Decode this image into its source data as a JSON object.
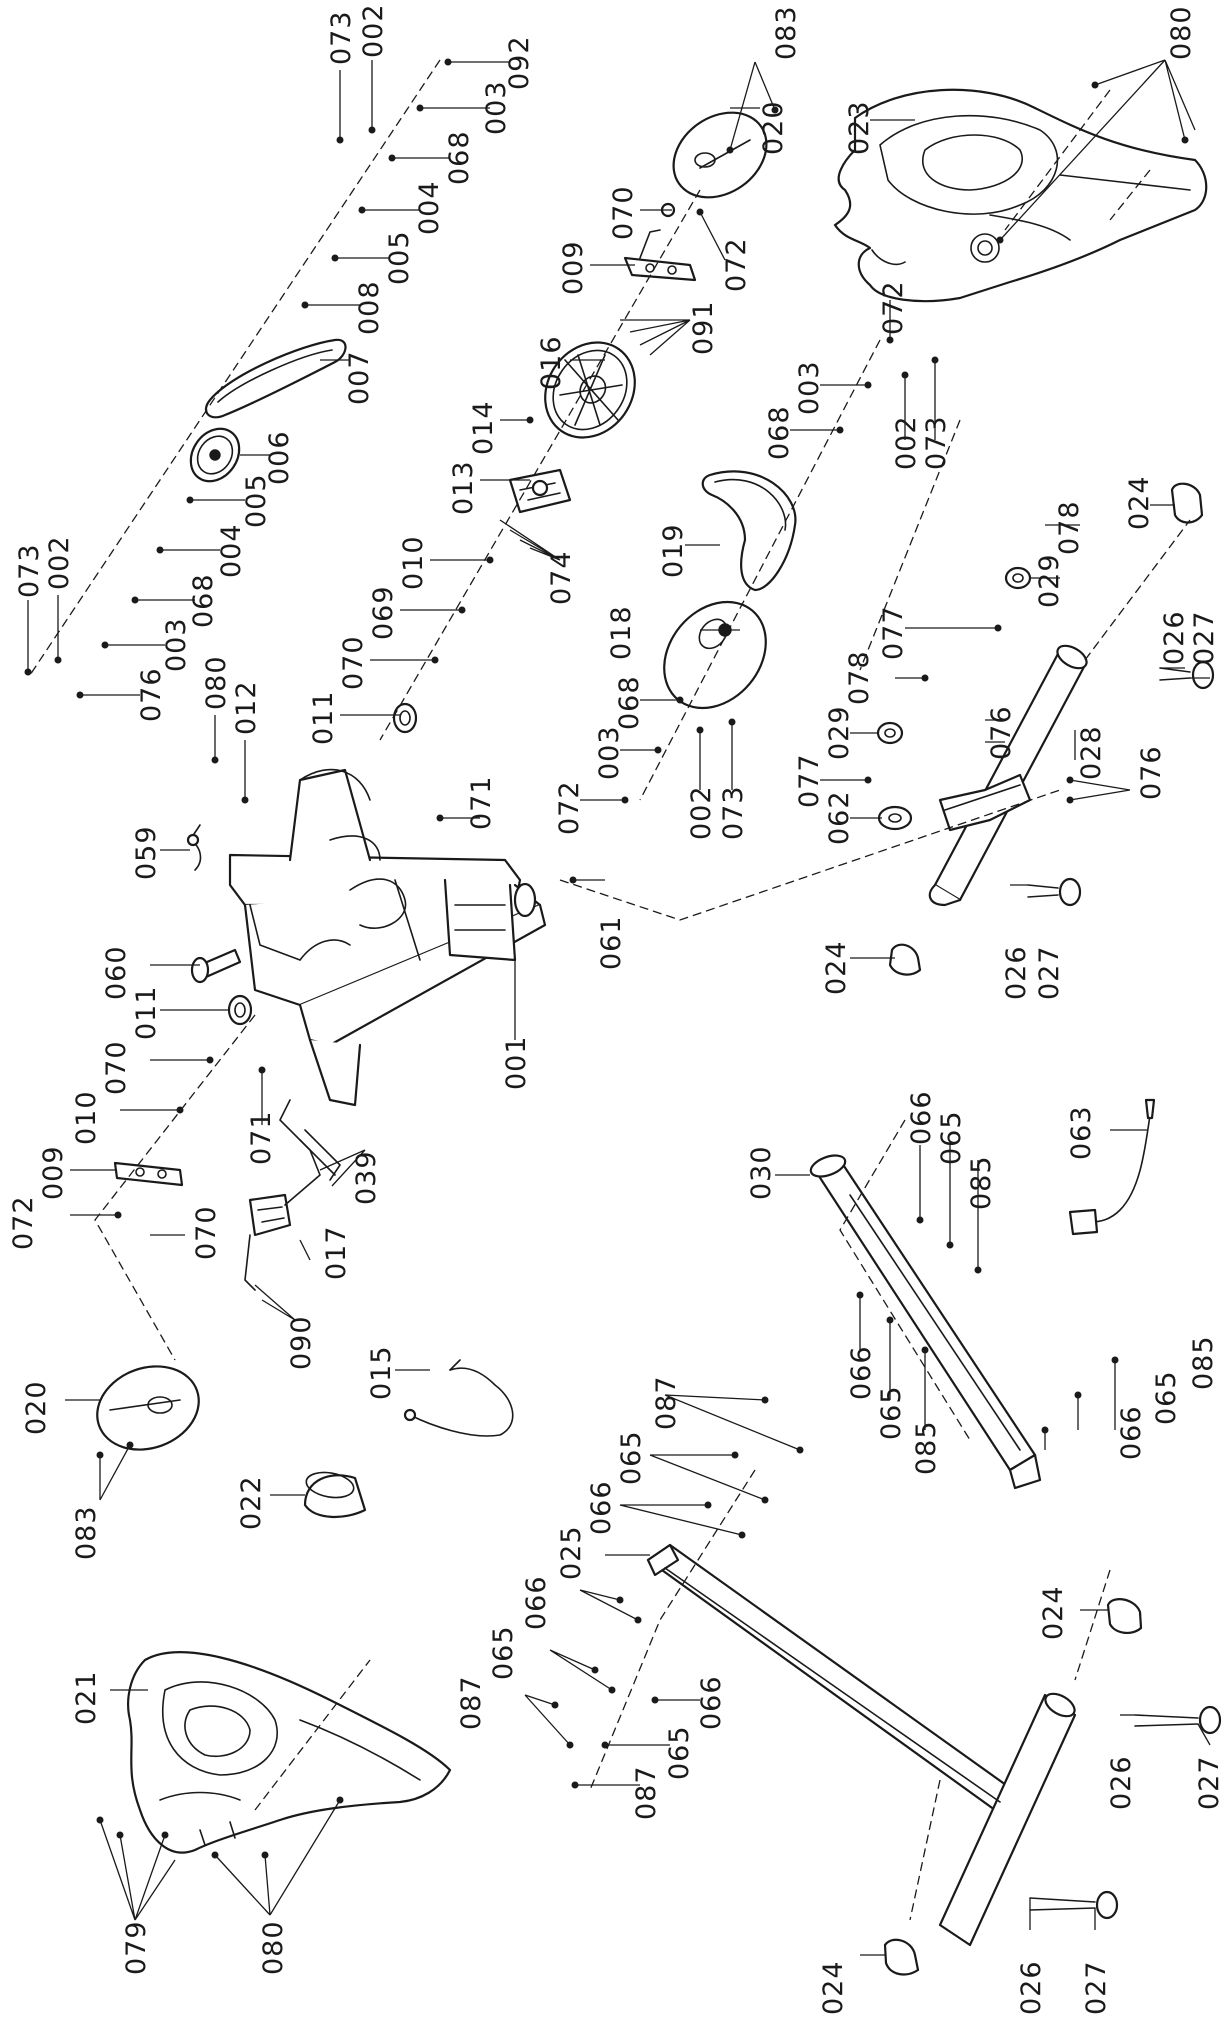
{
  "callouts": [
    {
      "id": "c073a",
      "text": "073"
    },
    {
      "id": "c002a",
      "text": "002"
    },
    {
      "id": "c092",
      "text": "092"
    },
    {
      "id": "c003a",
      "text": "003"
    },
    {
      "id": "c068a",
      "text": "068"
    },
    {
      "id": "c004a",
      "text": "004"
    },
    {
      "id": "c005a",
      "text": "005"
    },
    {
      "id": "c008",
      "text": "008"
    },
    {
      "id": "c007",
      "text": "007"
    },
    {
      "id": "c006",
      "text": "006"
    },
    {
      "id": "c005b",
      "text": "005"
    },
    {
      "id": "c004b",
      "text": "004"
    },
    {
      "id": "c068b",
      "text": "068"
    },
    {
      "id": "c003b",
      "text": "003"
    },
    {
      "id": "c076a",
      "text": "076"
    },
    {
      "id": "c073b",
      "text": "073"
    },
    {
      "id": "c002b",
      "text": "002"
    },
    {
      "id": "c020a",
      "text": "020"
    },
    {
      "id": "c083a",
      "text": "083"
    },
    {
      "id": "c070a",
      "text": "070"
    },
    {
      "id": "c072a",
      "text": "072"
    },
    {
      "id": "c009a",
      "text": "009"
    },
    {
      "id": "c091",
      "text": "091"
    },
    {
      "id": "c016",
      "text": "016"
    },
    {
      "id": "c014",
      "text": "014"
    },
    {
      "id": "c013",
      "text": "013"
    },
    {
      "id": "c074",
      "text": "074"
    },
    {
      "id": "c010a",
      "text": "010"
    },
    {
      "id": "c069",
      "text": "069"
    },
    {
      "id": "c070b",
      "text": "070"
    },
    {
      "id": "c011a",
      "text": "011"
    },
    {
      "id": "c023",
      "text": "023"
    },
    {
      "id": "c080a",
      "text": "080"
    },
    {
      "id": "c072b",
      "text": "072"
    },
    {
      "id": "c003c",
      "text": "003"
    },
    {
      "id": "c068c",
      "text": "068"
    },
    {
      "id": "c002c",
      "text": "002"
    },
    {
      "id": "c073c",
      "text": "073"
    },
    {
      "id": "c019",
      "text": "019"
    },
    {
      "id": "c018",
      "text": "018"
    },
    {
      "id": "c068d",
      "text": "068"
    },
    {
      "id": "c003d",
      "text": "003"
    },
    {
      "id": "c072c",
      "text": "072"
    },
    {
      "id": "c002d",
      "text": "002"
    },
    {
      "id": "c073d",
      "text": "073"
    },
    {
      "id": "c024a",
      "text": "024"
    },
    {
      "id": "c078a",
      "text": "078"
    },
    {
      "id": "c029a",
      "text": "029"
    },
    {
      "id": "c077a",
      "text": "077"
    },
    {
      "id": "c026a",
      "text": "026"
    },
    {
      "id": "c027a",
      "text": "027"
    },
    {
      "id": "c078b",
      "text": "078"
    },
    {
      "id": "c029b",
      "text": "029"
    },
    {
      "id": "c076b",
      "text": "076"
    },
    {
      "id": "c077b",
      "text": "077"
    },
    {
      "id": "c028",
      "text": "028"
    },
    {
      "id": "c062",
      "text": "062"
    },
    {
      "id": "c076c",
      "text": "076"
    },
    {
      "id": "c024b",
      "text": "024"
    },
    {
      "id": "c026b",
      "text": "026"
    },
    {
      "id": "c027b",
      "text": "027"
    },
    {
      "id": "c080b",
      "text": "080"
    },
    {
      "id": "c012",
      "text": "012"
    },
    {
      "id": "c071a",
      "text": "071"
    },
    {
      "id": "c059",
      "text": "059"
    },
    {
      "id": "c060",
      "text": "060"
    },
    {
      "id": "c061",
      "text": "061"
    },
    {
      "id": "c001",
      "text": "001"
    },
    {
      "id": "c011b",
      "text": "011"
    },
    {
      "id": "c070c",
      "text": "070"
    },
    {
      "id": "c010b",
      "text": "010"
    },
    {
      "id": "c071b",
      "text": "071"
    },
    {
      "id": "c009b",
      "text": "009"
    },
    {
      "id": "c072d",
      "text": "072"
    },
    {
      "id": "c070d",
      "text": "070"
    },
    {
      "id": "c039",
      "text": "039"
    },
    {
      "id": "c017",
      "text": "017"
    },
    {
      "id": "c090",
      "text": "090"
    },
    {
      "id": "c020b",
      "text": "020"
    },
    {
      "id": "c083b",
      "text": "083"
    },
    {
      "id": "c015",
      "text": "015"
    },
    {
      "id": "c022",
      "text": "022"
    },
    {
      "id": "c030",
      "text": "030"
    },
    {
      "id": "c066a",
      "text": "066"
    },
    {
      "id": "c065a",
      "text": "065"
    },
    {
      "id": "c085a",
      "text": "085"
    },
    {
      "id": "c063",
      "text": "063"
    },
    {
      "id": "c066b",
      "text": "066"
    },
    {
      "id": "c065b",
      "text": "065"
    },
    {
      "id": "c085b",
      "text": "085"
    },
    {
      "id": "c085c",
      "text": "085"
    },
    {
      "id": "c065c",
      "text": "065"
    },
    {
      "id": "c066c",
      "text": "066"
    },
    {
      "id": "c087a",
      "text": "087"
    },
    {
      "id": "c065d",
      "text": "065"
    },
    {
      "id": "c066d",
      "text": "066"
    },
    {
      "id": "c025",
      "text": "025"
    },
    {
      "id": "c066e",
      "text": "066"
    },
    {
      "id": "c065e",
      "text": "065"
    },
    {
      "id": "c087b",
      "text": "087"
    },
    {
      "id": "c066f",
      "text": "066"
    },
    {
      "id": "c065f",
      "text": "065"
    },
    {
      "id": "c087c",
      "text": "087"
    },
    {
      "id": "c024c",
      "text": "024"
    },
    {
      "id": "c026c",
      "text": "026"
    },
    {
      "id": "c027c",
      "text": "027"
    },
    {
      "id": "c024d",
      "text": "024"
    },
    {
      "id": "c026d",
      "text": "026"
    },
    {
      "id": "c027d",
      "text": "027"
    },
    {
      "id": "c021",
      "text": "021"
    },
    {
      "id": "c079",
      "text": "079"
    },
    {
      "id": "c080c",
      "text": "080"
    }
  ]
}
